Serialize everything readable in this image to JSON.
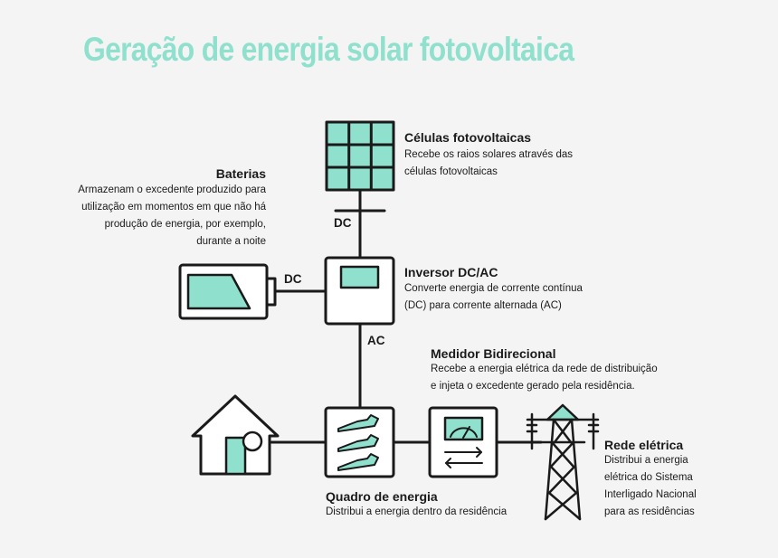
{
  "title": "Geração de energia solar fotovoltaica",
  "colors": {
    "accent": "#8fe0cd",
    "stroke": "#1a1a1a",
    "background": "#f4f4f5"
  },
  "connectors": {
    "panel_inverter": "DC",
    "battery_inverter": "DC",
    "inverter_panel": "AC"
  },
  "components": {
    "cells": {
      "heading": "Células fotovoltaicas",
      "lines": [
        "Recebe os raios solares através das",
        "células fotovoltaicas"
      ]
    },
    "batteries": {
      "heading": "Baterias",
      "lines": [
        "Armazenam o excedente produzido para",
        "utilização em momentos em que não há",
        "produção de energia, por exemplo,",
        "durante a noite"
      ]
    },
    "inverter": {
      "heading": "Inversor DC/AC",
      "lines": [
        "Converte energia de corrente contínua",
        "(DC) para corrente alternada (AC)"
      ]
    },
    "meter": {
      "heading": "Medidor Bidirecional",
      "lines": [
        "Recebe a energia elétrica da rede de distribuição",
        "e injeta o excedente gerado pela residência."
      ]
    },
    "panel": {
      "heading": "Quadro de energia",
      "lines": [
        "Distribui a energia dentro da residência"
      ]
    },
    "grid": {
      "heading": "Rede elétrica",
      "lines": [
        "Distribui a energia",
        "elétrica do Sistema",
        "Interligado Nacional",
        "para as residências"
      ]
    }
  },
  "icons": [
    "solar-panel-icon",
    "battery-icon",
    "inverter-icon",
    "house-icon",
    "distribution-panel-icon",
    "bidirectional-meter-icon",
    "transmission-tower-icon"
  ]
}
